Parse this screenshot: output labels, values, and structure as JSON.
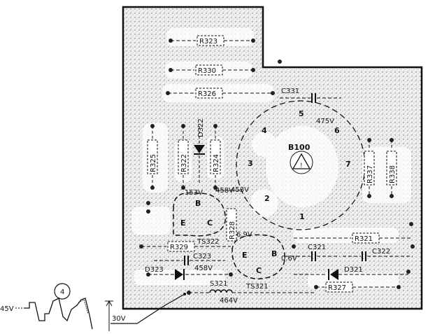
{
  "resistors": {
    "r323": "R323",
    "r330": "R330",
    "r326": "R326",
    "r325": "R325",
    "r322": "R322",
    "r324": "R324",
    "r337": "R337",
    "r338": "R338",
    "r328": "R328",
    "r329": "R329",
    "r321": "R321",
    "r327": "R327"
  },
  "capacitors": {
    "c331": "C331",
    "c323": "C323",
    "c321": "C321",
    "c322": "C322"
  },
  "diodes": {
    "d322": "D322",
    "d323": "D323",
    "d321": "D321"
  },
  "coil": {
    "s321": "S321"
  },
  "transistors": {
    "ts322": "TS322",
    "ts321": "TS321"
  },
  "tube_socket": {
    "name": "B100",
    "pins": {
      "p1": "1",
      "p2": "2",
      "p3": "3",
      "p4": "4",
      "p5": "5",
      "p6": "6",
      "p7": "7"
    }
  },
  "terminals": {
    "b": "B",
    "e": "E",
    "c": "C"
  },
  "voltages": {
    "v153": "153V",
    "v458a": "458V",
    "v453": "453V",
    "v475": "475V",
    "v69": "6.9V",
    "v458b": "458V",
    "v06": "0.6V",
    "v464": "464V"
  },
  "waveform": {
    "number": "4",
    "left_level": "45V",
    "amplitude": "30V"
  }
}
